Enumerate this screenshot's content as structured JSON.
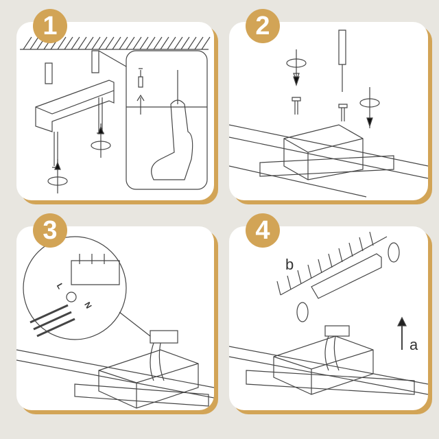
{
  "steps": [
    {
      "number": "1"
    },
    {
      "number": "2"
    },
    {
      "number": "3",
      "wire_labels": {
        "live": "L",
        "neutral": "N"
      }
    },
    {
      "number": "4",
      "labels": {
        "a": "a",
        "b": "b"
      }
    }
  ],
  "colors": {
    "background": "#E8E6E0",
    "accent": "#D2A456",
    "line": "#444444"
  }
}
